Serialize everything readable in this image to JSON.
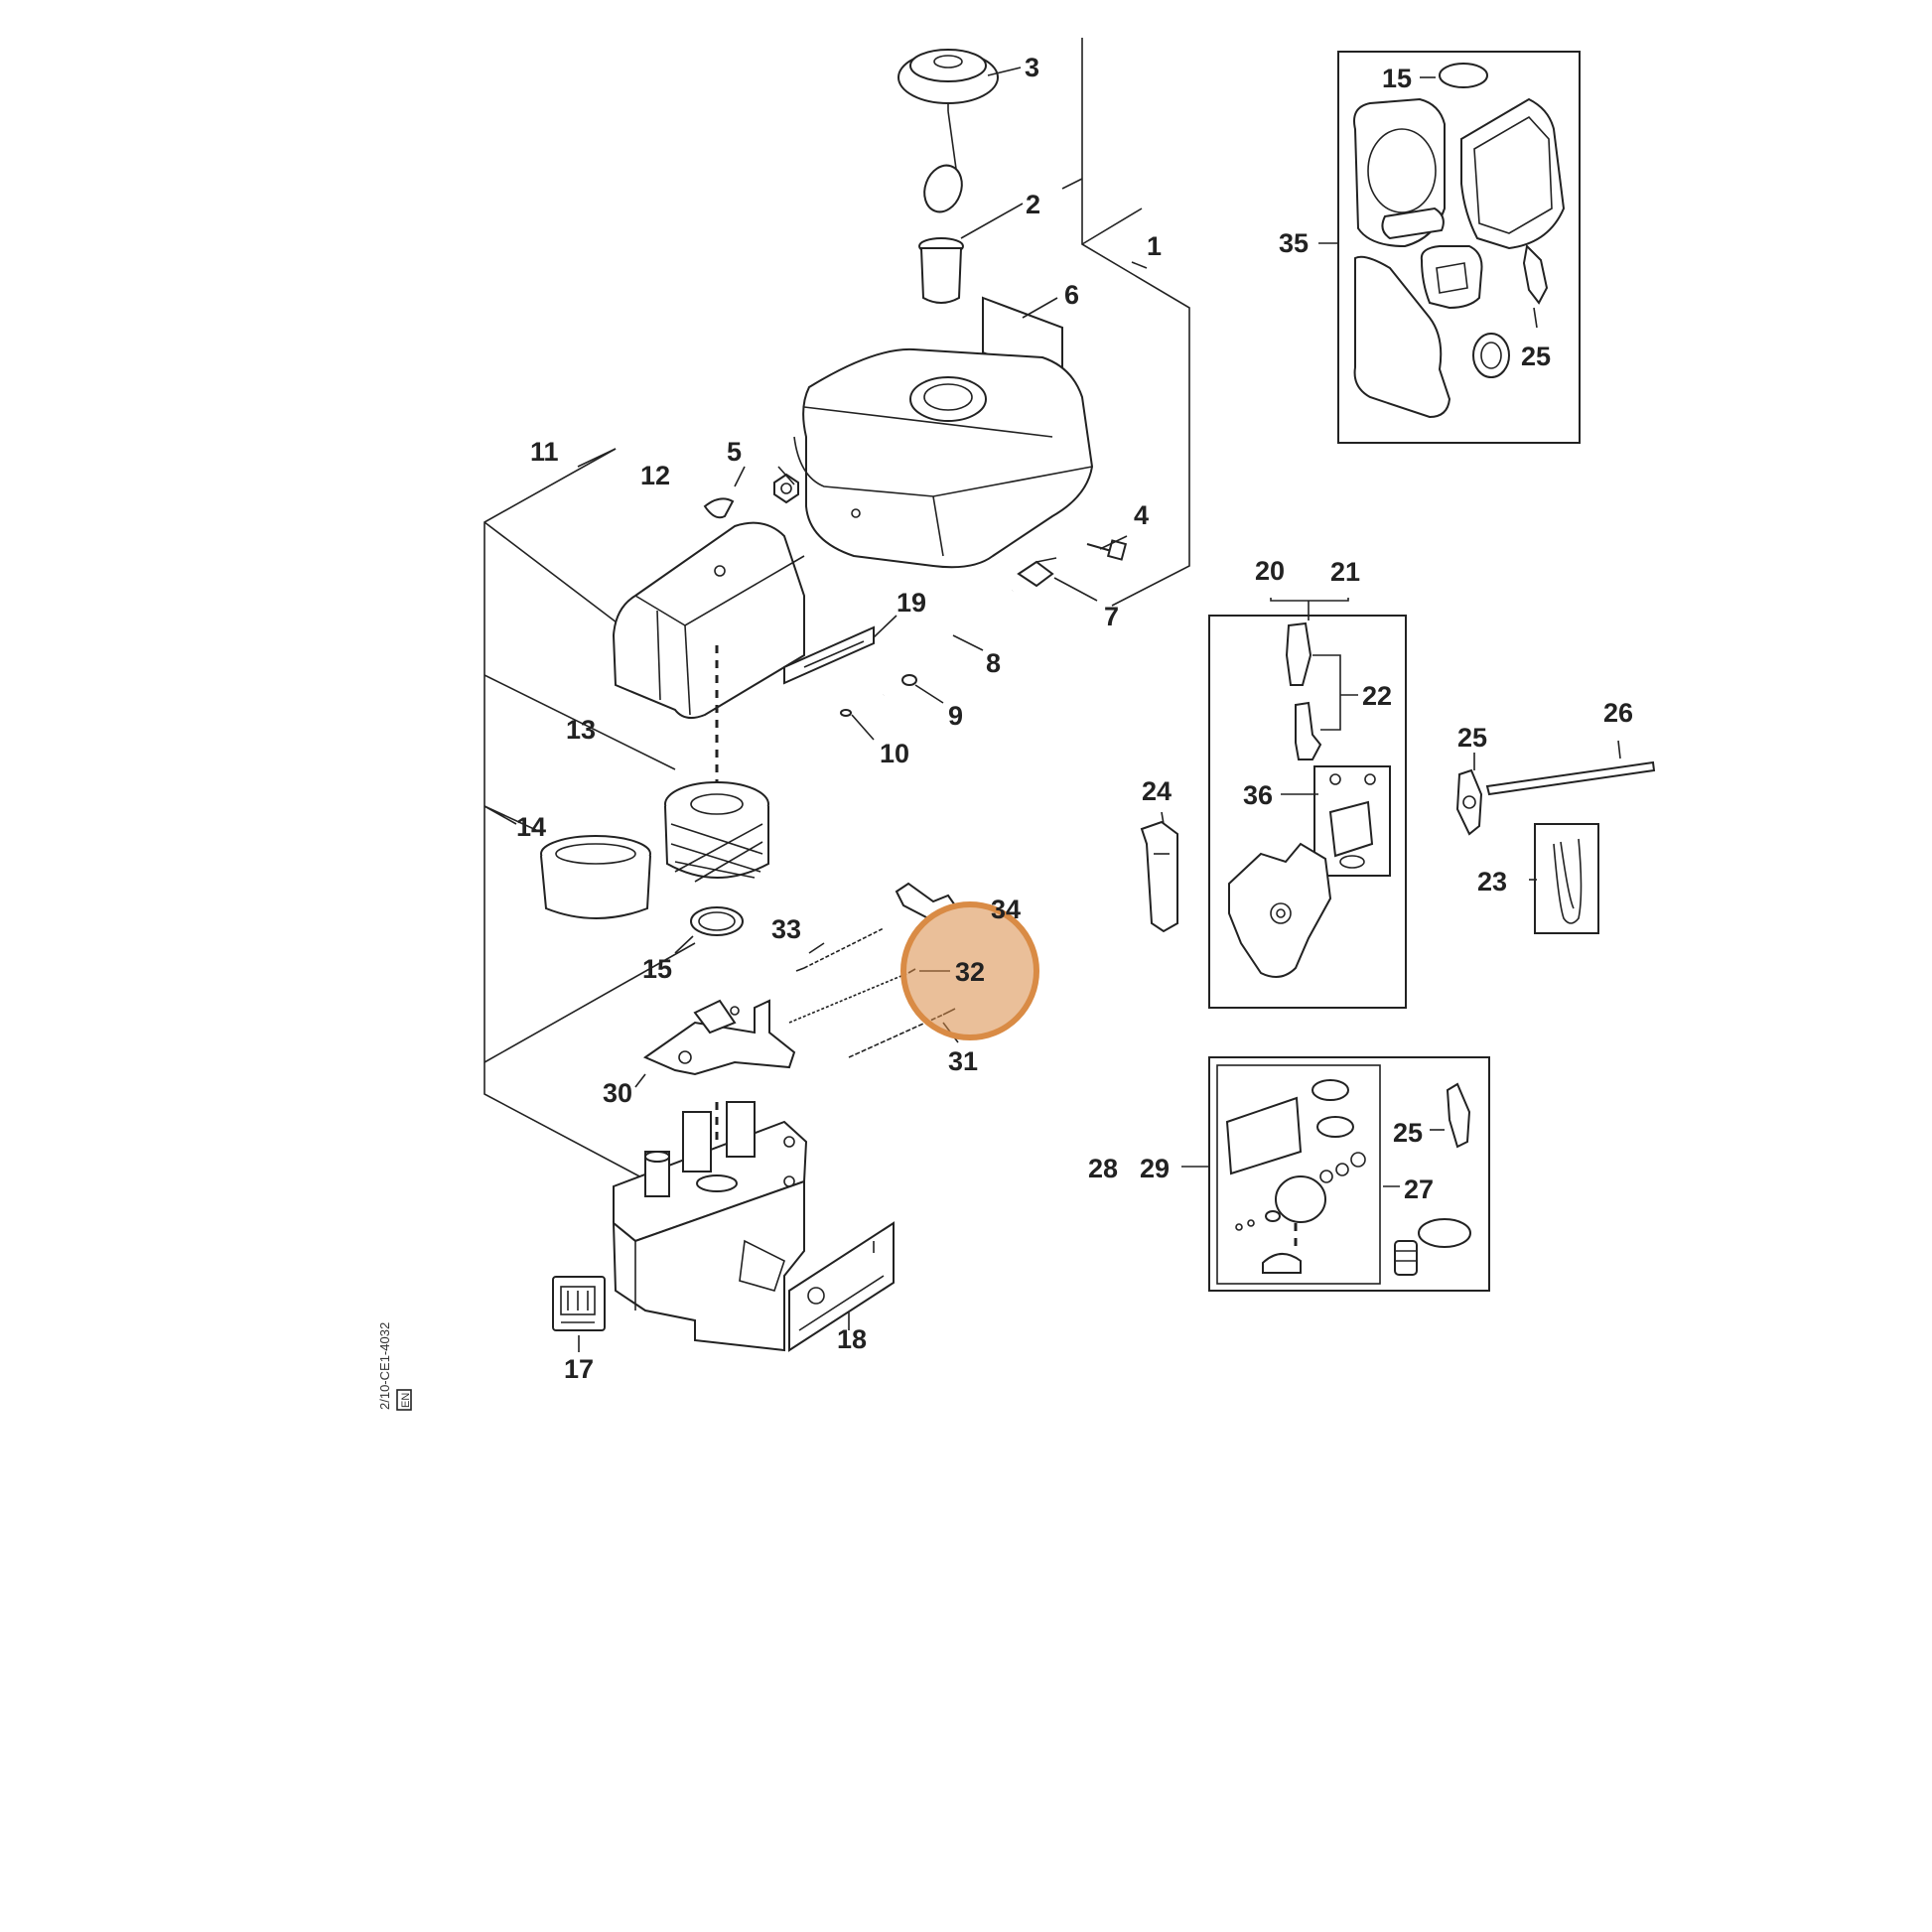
{
  "diagram": {
    "drawing_code": "2/10-CE1-4032",
    "drawing_code_lang": "EN",
    "highlight_color": "#d98b45",
    "highlighted_part": "32",
    "callouts": {
      "c1": "1",
      "c2": "2",
      "c3": "3",
      "c4": "4",
      "c5": "5",
      "c6": "6",
      "c7": "7",
      "c8": "8",
      "c9": "9",
      "c10": "10",
      "c11": "11",
      "c12": "12",
      "c13": "13",
      "c14": "14",
      "c15a": "15",
      "c15b": "15",
      "c17": "17",
      "c18": "18",
      "c19": "19",
      "c20": "20",
      "c21": "21",
      "c22": "22",
      "c23": "23",
      "c24": "24",
      "c25a": "25",
      "c25b": "25",
      "c25c": "25",
      "c26": "26",
      "c27": "27",
      "c28": "28",
      "c29": "29",
      "c30": "30",
      "c31": "31",
      "c32": "32",
      "c33": "33",
      "c34": "34",
      "c35": "35",
      "c36": "36"
    }
  }
}
